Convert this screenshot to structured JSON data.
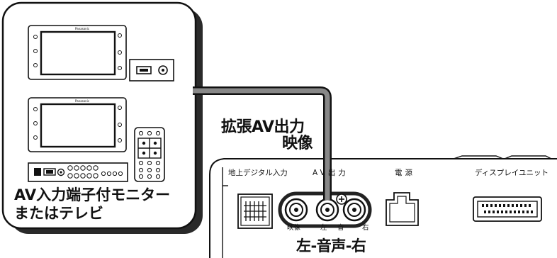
{
  "device_box": {
    "caption_line1": "AV入力端子付モニター",
    "caption_line2": "またはテレビ"
  },
  "monitor": {
    "brand": "Panasonic"
  },
  "cable_label": {
    "line1": "拡張AV出力",
    "line2": "映像"
  },
  "rear_panel": {
    "port_labels": {
      "terrestrial_digital_input": "地上デジタル入力",
      "av_output": "AV出力",
      "power": "電源",
      "display_unit": "ディスプレイユニット"
    },
    "rca_labels": {
      "video": "映像",
      "left": "左",
      "audio": "音",
      "right": "右"
    },
    "plus_mark": "⊕"
  },
  "bottom_caption": "左-音声-右"
}
